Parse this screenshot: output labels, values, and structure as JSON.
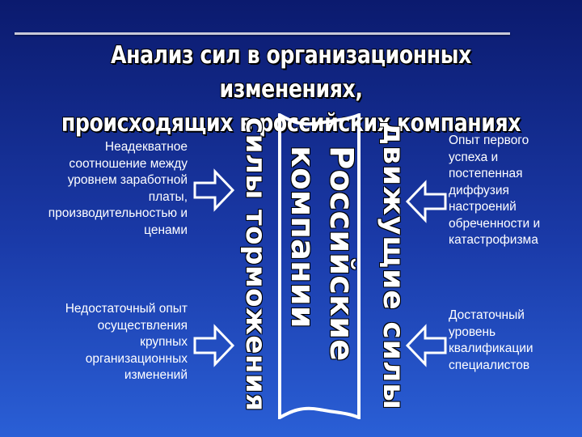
{
  "title_line1": "Анализ сил в организационных изменениях,",
  "title_line2": "происходящих в российских компаниях",
  "left": {
    "item1": [
      "Неадекватное",
      "соотношение между",
      "уровнем заработной",
      "платы,",
      "производительностью и",
      "ценами"
    ],
    "item2": [
      "Недостаточный опыт",
      "осуществления",
      "крупных",
      "организационных",
      "изменений"
    ]
  },
  "vertical": {
    "restraining": "силы торможения",
    "company_line1": "Российские",
    "company_line2": "компании",
    "driving": "движущие силы"
  },
  "right": {
    "item1": [
      "Опыт первого",
      "успеха и",
      "постепенная",
      "диффузия",
      "настроений",
      "обреченности и",
      "катастрофизма"
    ],
    "item2": [
      "Достаточный",
      "уровень",
      "квалификации",
      "специалистов"
    ]
  },
  "colors": {
    "bg_top": "#0b1a6e",
    "bg_bottom": "#2a5fd6",
    "text": "#ffffff"
  }
}
